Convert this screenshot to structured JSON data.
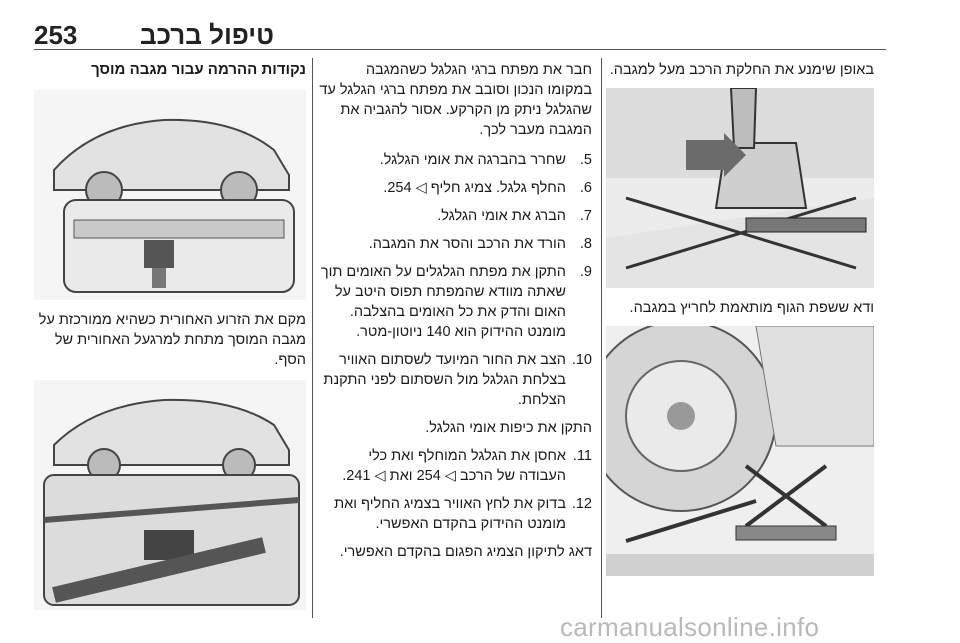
{
  "header": {
    "page_number": "253",
    "section_title": "טיפול ברכב"
  },
  "right_column": {
    "intro": "באופן שימנע את החלקת הרכב מעל למגבה.",
    "caption": "ודא ששפת הגוף מותאמת לחריץ במגבה."
  },
  "middle_column": {
    "intro": "חבר את מפתח ברגי הגלגל כשהמגבה במקומו הנכון וסובב את מפתח ברגי הגלגל עד שהגלגל ניתק מן הקרקע. אסור להגביה את המגבה מעבר לכך.",
    "steps": [
      {
        "num": "5.",
        "text": "שחרר בהברגה את אומי הגלגל."
      },
      {
        "num": "6.",
        "text": "החלף גלגל. צמיג חליף ◁ 254."
      },
      {
        "num": "7.",
        "text": "הברג את אומי הגלגל."
      },
      {
        "num": "8.",
        "text": "הורד את הרכב והסר את המגבה."
      },
      {
        "num": "9.",
        "text": "התקן את מפתח הגלגלים על האומים תוך שאתה מוודא שהמפתח תפוס היטב על האום והדק את כל האומים בהצלבה. מומנט ההידוק הוא 140 ניוטון-מטר."
      },
      {
        "num": "10.",
        "text": "הצב את החור המיועד לשסתום האוויר בצלחת הגלגל מול השסתום לפני התקנת הצלחת."
      },
      {
        "num": "11.",
        "text": "אחסן את הגלגל המוחלף ואת כלי העבודה של הרכב ◁ 254 ואת ◁ 241."
      },
      {
        "num": "12.",
        "text": "בדוק את לחץ האוויר בצמיג החליף ואת מומנט ההידוק בהקדם האפשרי."
      }
    ],
    "note_after_10": "התקן את כיפות אומי הגלגל.",
    "final": "דאג לתיקון הצמיג הפגום בהקדם האפשרי."
  },
  "left_column": {
    "heading": "נקודות ההרמה עבור מגבה מוסך",
    "text": "מקם את הזרוע האחורית כשהיא ממורכזת על מגבה המוסך מתחת למרגעל האחורית של הסף."
  },
  "watermark": "carmanualsonline.info"
}
